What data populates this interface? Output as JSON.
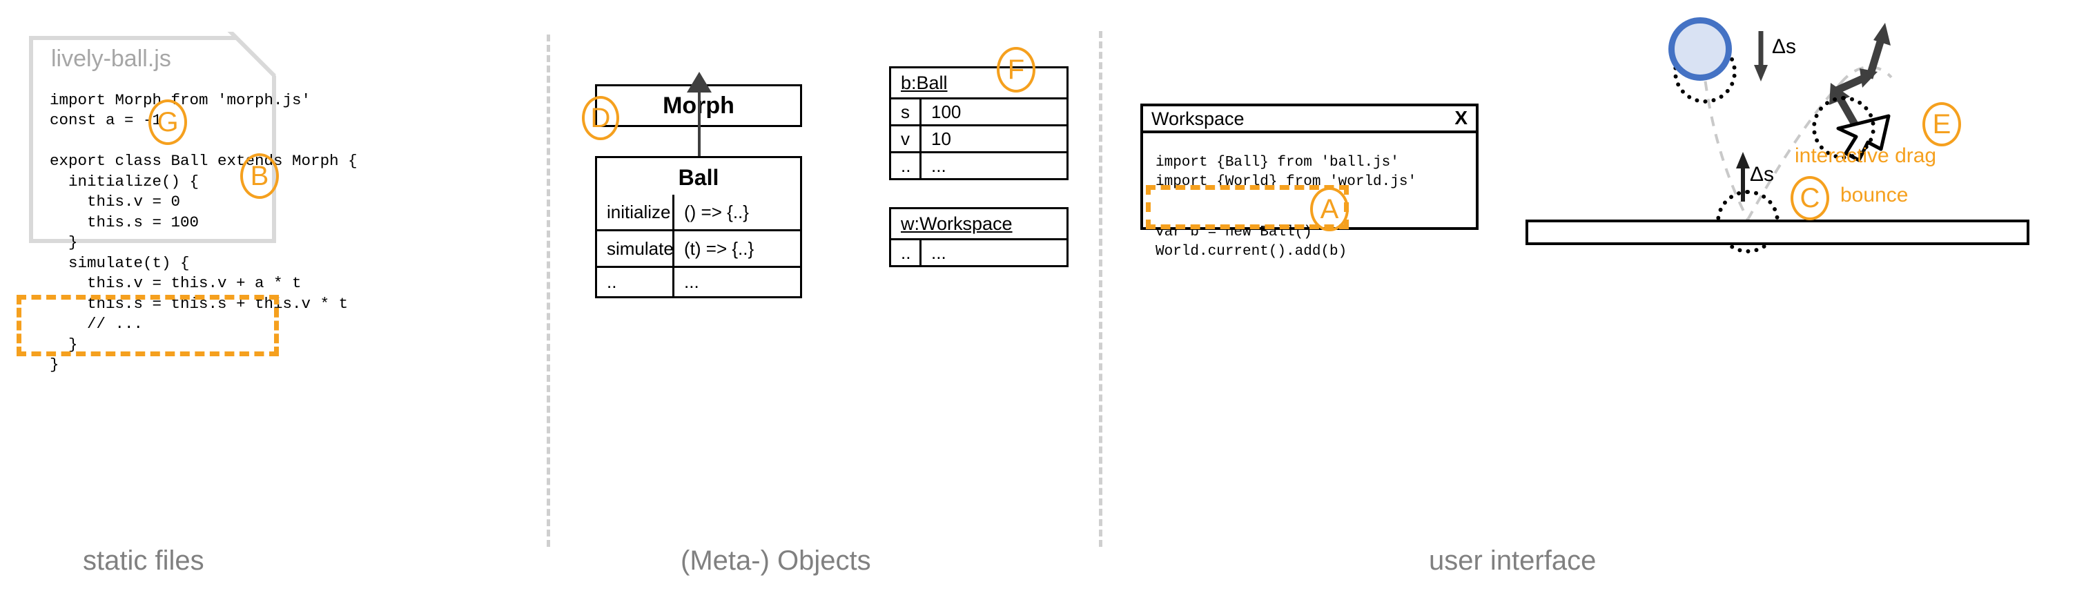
{
  "columns": [
    {
      "caption": "static files"
    },
    {
      "caption": "(Meta-) Objects"
    },
    {
      "caption": "user interface"
    }
  ],
  "file_card": {
    "filename": "lively-ball.js",
    "code_top": "import Morph from 'morph.js'\nconst a = -1\n\nexport class Ball extends Morph {\n  initialize() {\n    this.v = 0\n    this.s = 100\n  }\n  simulate(t) {\n    this.v = this.v + a * t\n    this.s = this.s + this.v * t\n    // ...\n  }\n}",
    "badge_g": "G",
    "badge_b": "B"
  },
  "uml": {
    "superclass": {
      "name": "Morph"
    },
    "class": {
      "name": "Ball",
      "badge": "D",
      "rows": [
        {
          "member": "initialize",
          "value": "() => {..}"
        },
        {
          "member": "simulate",
          "value": "(t) => {..}"
        },
        {
          "member": "..",
          "value": "..."
        }
      ]
    },
    "objects": [
      {
        "header": "b:Ball",
        "badge": "F",
        "rows": [
          {
            "key": "s",
            "value": "100"
          },
          {
            "key": "v",
            "value": "10"
          },
          {
            "key": "..",
            "value": "..."
          }
        ]
      },
      {
        "header": "w:Workspace",
        "rows": [
          {
            "key": "..",
            "value": "..."
          }
        ]
      }
    ]
  },
  "workspace": {
    "title": "Workspace",
    "close_label": "X",
    "code_imports": "import {Ball} from 'ball.js'\nimport {World} from 'world.js'",
    "code_highlighted": "var b = new Ball()\nWorld.current().add(b)",
    "badge_a": "A"
  },
  "scene": {
    "delta_label_fall": "Δs",
    "delta_label_rise": "Δs",
    "badge_c": "C",
    "badge_e": "E",
    "label_bounce": "bounce",
    "label_drag": "interactive drag"
  },
  "colors": {
    "accent_orange": "#f5a01e",
    "ball_stroke": "#4472c4",
    "ball_fill": "#d9e2f3",
    "caption_gray": "#808080",
    "card_border": "#d9d9d9"
  }
}
